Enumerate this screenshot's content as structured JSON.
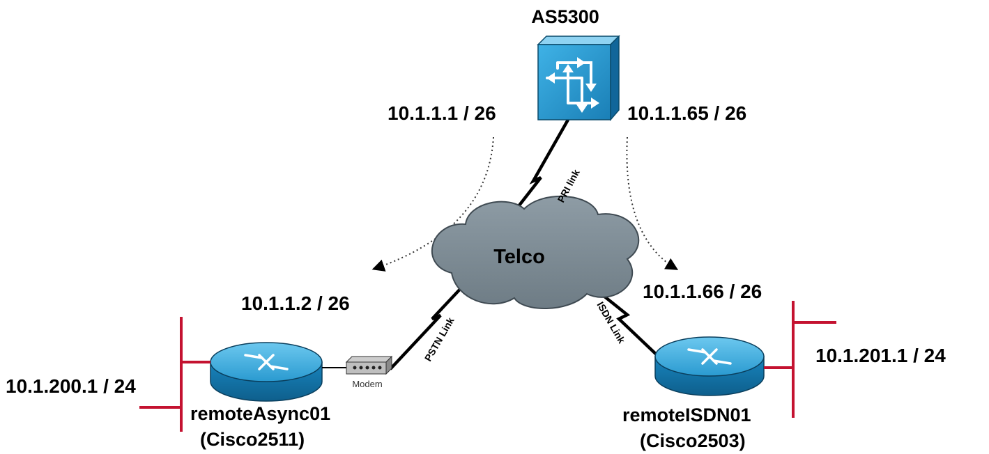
{
  "access_server": {
    "name": "AS5300",
    "ip_left": "10.1.1.1 / 26",
    "ip_right": "10.1.1.65 / 26"
  },
  "cloud": {
    "label": "Telco"
  },
  "links": {
    "pri": "PRI link",
    "pstn": "PSTN Link",
    "isdn": "ISDN Link"
  },
  "async_router": {
    "wan_ip": "10.1.1.2 / 26",
    "lan_ip": "10.1.200.1 / 24",
    "name": "remoteAsync01",
    "model": "(Cisco2511)"
  },
  "isdn_router": {
    "wan_ip": "10.1.1.66 / 26",
    "lan_ip": "10.1.201.1 / 24",
    "name": "remoteISDN01",
    "model": "(Cisco2503)"
  },
  "modem": {
    "label": "Modem"
  },
  "colors": {
    "device_blue": "#1a8fc4",
    "ethernet_red": "#c41230",
    "cloud_gray": "#7d8c95"
  }
}
